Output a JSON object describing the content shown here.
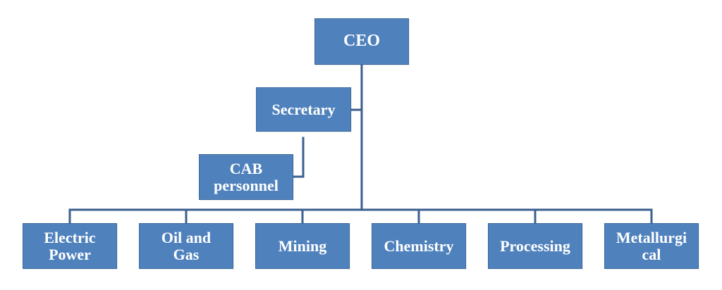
{
  "colors": {
    "node_fill": "#4f81bd",
    "node_border": "#3b6aa0",
    "connector": "#3b5f8f",
    "text": "#ffffff"
  },
  "org": {
    "ceo": "CEO",
    "secretary": "Secretary",
    "cab_personnel": "CAB\npersonnel",
    "departments": [
      "Electric\nPower",
      "Oil and\nGas",
      "Mining",
      "Chemistry",
      "Processing",
      "Metallurgi\ncal"
    ]
  }
}
